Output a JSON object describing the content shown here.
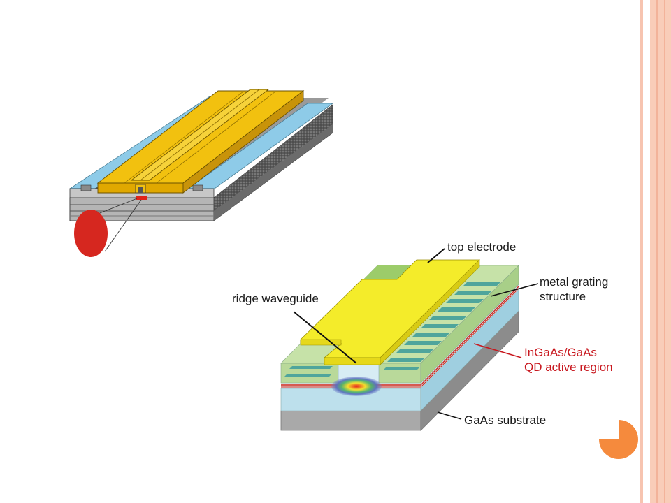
{
  "slide": {
    "frame_color": "#f7c4b0",
    "accent_circle_color": "#f58a3d"
  },
  "diagram": {
    "labels": {
      "top_electrode": "top electrode",
      "metal_grating_1": "metal grating",
      "metal_grating_2": "structure",
      "ridge_waveguide": "ridge waveguide",
      "active_region_1": "InGaAs/GaAs",
      "active_region_2": "QD active region",
      "substrate": "GaAs substrate"
    },
    "colors": {
      "electrode_gold": "#f2c10f",
      "electrode_yellow": "#f4ec2a",
      "cladding_blue": "#8ecbe8",
      "grating_green": "#7fbfa0",
      "active_red": "#d42a1e",
      "substrate_gray": "#a9a9a9"
    }
  }
}
